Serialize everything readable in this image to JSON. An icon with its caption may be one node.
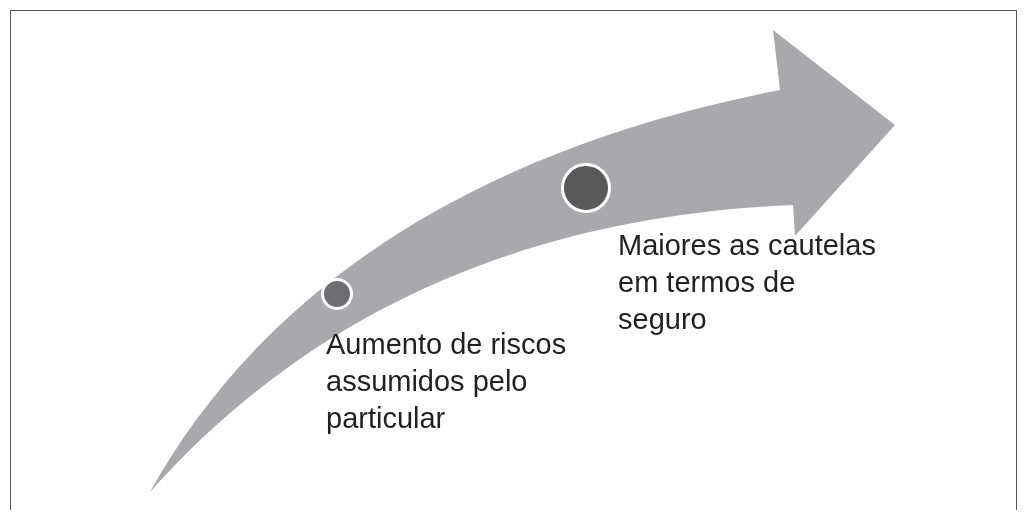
{
  "diagram": {
    "nodes": [
      {
        "text": [],
        "shape": "circle",
        "beside": [
          "Aumento de riscos assumidos pelo particular"
        ]
      },
      {
        "text": [],
        "shape": "circle",
        "beside": [
          "Maiores as cautelas em termos de seguro"
        ]
      }
    ]
  }
}
